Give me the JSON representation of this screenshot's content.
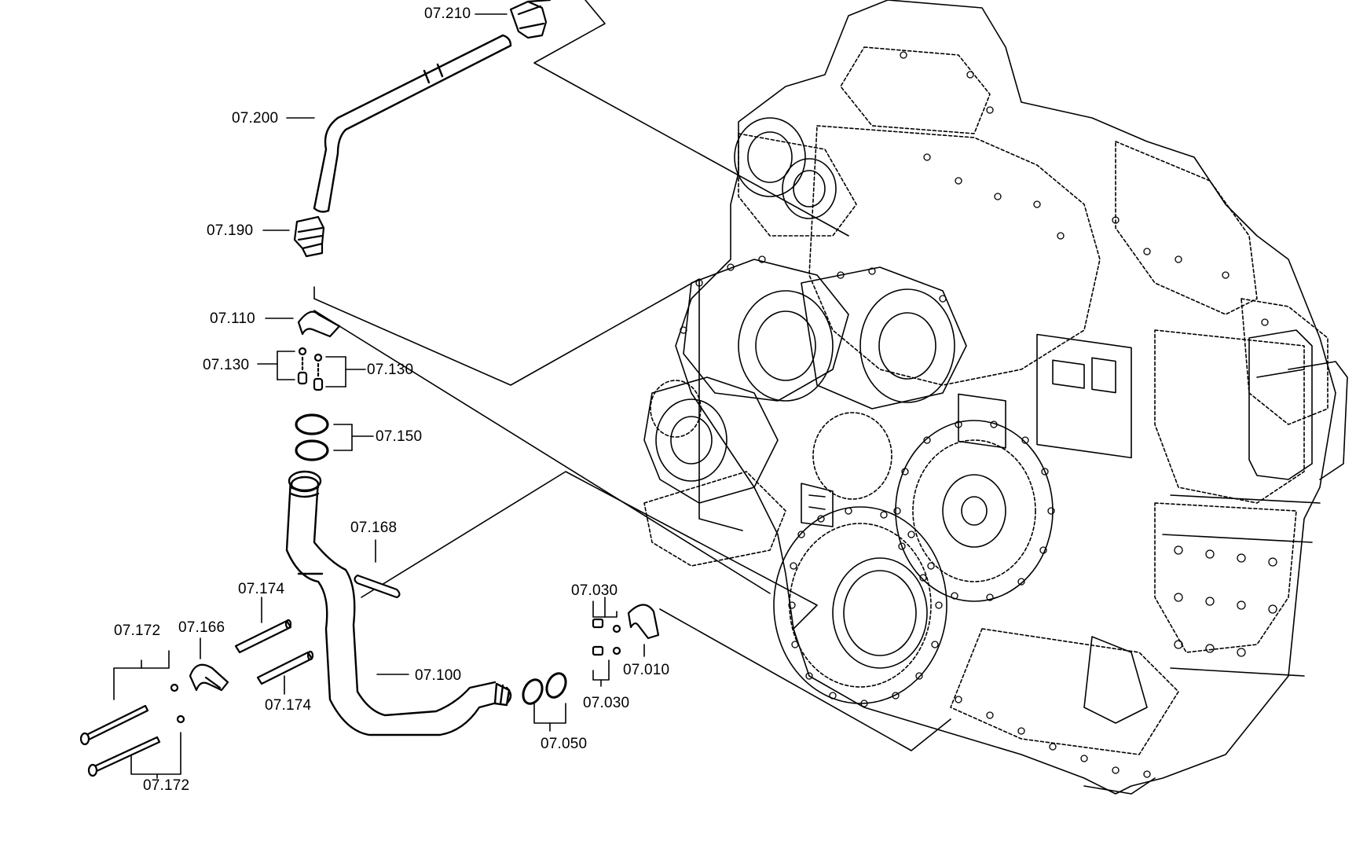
{
  "callouts": {
    "p07_210": "07.210",
    "p07_200": "07.200",
    "p07_190": "07.190",
    "p07_110": "07.110",
    "p07_130_left": "07.130",
    "p07_130_right": "07.130",
    "p07_150": "07.150",
    "p07_168": "07.168",
    "p07_174_top": "07.174",
    "p07_174_bottom": "07.174",
    "p07_172_top": "07.172",
    "p07_172_bottom": "07.172",
    "p07_166": "07.166",
    "p07_100": "07.100",
    "p07_050": "07.050",
    "p07_030_top": "07.030",
    "p07_030_bottom": "07.030",
    "p07_010": "07.010"
  }
}
